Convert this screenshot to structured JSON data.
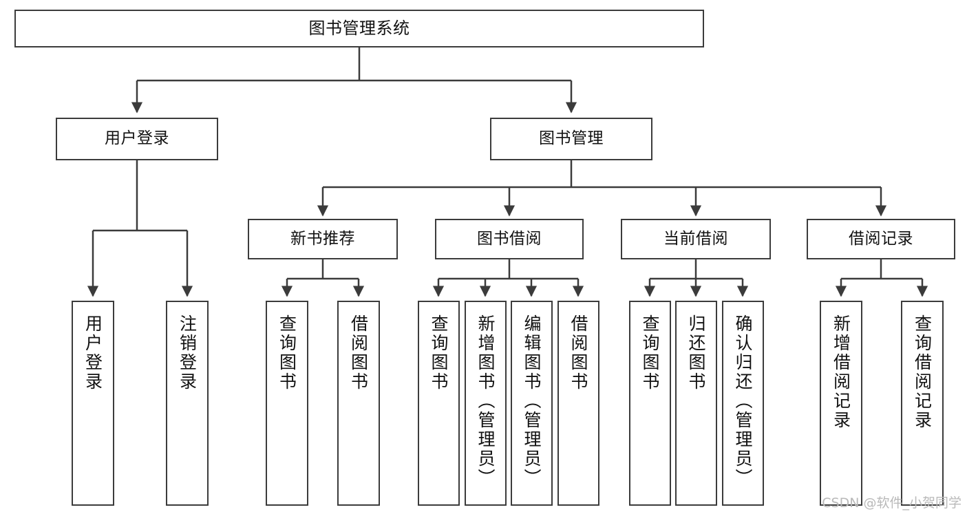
{
  "diagram": {
    "type": "tree",
    "title": "图书管理系统",
    "watermark": "CSDN @软件_小贺同学",
    "colors": {
      "background": "#ffffff",
      "box_border": "#3b3b3b",
      "box_fill": "#ffffff",
      "text": "#111111",
      "connector": "#3b3b3b",
      "watermark_text": "#b9b9b9"
    },
    "nodes": {
      "root": {
        "label": "图书管理系统"
      },
      "level2": [
        {
          "label": "用户登录"
        },
        {
          "label": "图书管理"
        }
      ],
      "level3": [
        {
          "label": "新书推荐"
        },
        {
          "label": "图书借阅"
        },
        {
          "label": "当前借阅"
        },
        {
          "label": "借阅记录"
        }
      ],
      "leaves": {
        "user_login": [
          {
            "label": "用户登录"
          },
          {
            "label": "注销登录"
          }
        ],
        "new_book_recommend": [
          {
            "label": "查询图书"
          },
          {
            "label": "借阅图书"
          }
        ],
        "book_borrow": [
          {
            "label": "查询图书"
          },
          {
            "label": "新增图书（管理员）"
          },
          {
            "label": "编辑图书（管理员）"
          },
          {
            "label": "借阅图书"
          }
        ],
        "current_borrow": [
          {
            "label": "查询图书"
          },
          {
            "label": "归还图书"
          },
          {
            "label": "确认归还（管理员）"
          }
        ],
        "borrow_records": [
          {
            "label": "新增借阅记录"
          },
          {
            "label": "查询借阅记录"
          }
        ]
      }
    }
  }
}
